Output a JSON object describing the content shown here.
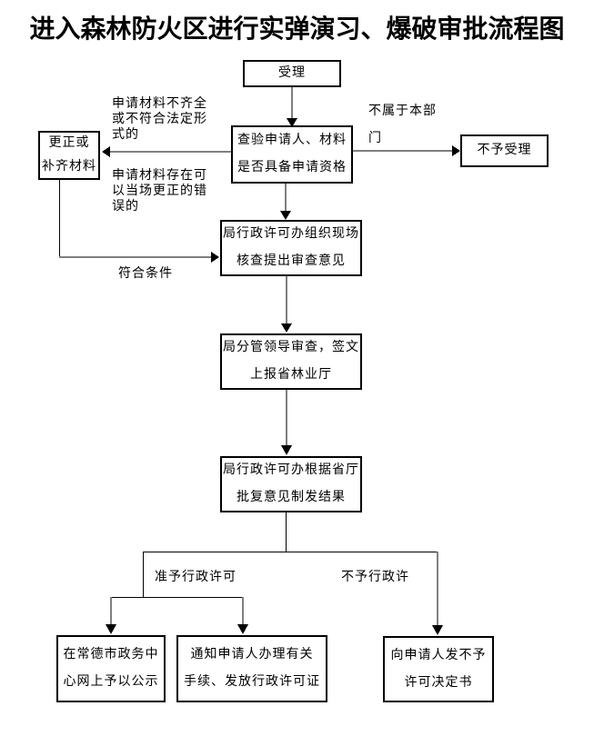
{
  "title": "进入森林防火区进行实弹演习、爆破审批流程图",
  "colors": {
    "background": "#ffffff",
    "text": "#000000",
    "box_border": "#000000",
    "arrow_shaft_gray": "#7f7f7f",
    "arrow_head_black": "#000000",
    "branch_line_black": "#000000"
  },
  "nodes": {
    "accept": {
      "lines": [
        "受理"
      ]
    },
    "check": {
      "lines": [
        "查验申请人、材料",
        "是否具备申请资格"
      ]
    },
    "correct": {
      "lines": [
        "更正或",
        "补齐材料"
      ]
    },
    "reject_accept": {
      "lines": [
        "不予受理"
      ]
    },
    "site_review": {
      "lines": [
        "局行政许可办组织现场",
        "核查提出审查意见"
      ]
    },
    "leader_review": {
      "lines": [
        "局分管领导审查，签文",
        "上报省林业厅"
      ]
    },
    "issue_result": {
      "lines": [
        "局行政许可办根据省厅",
        "批复意见制发结果"
      ]
    },
    "publicize": {
      "lines": [
        "在常德市政务中",
        "心网上予以公示"
      ]
    },
    "notify": {
      "lines": [
        "通知申请人办理有关",
        "手续、发放行政许可证"
      ]
    },
    "deny_letter": {
      "lines": [
        "向申请人发不予",
        "许可决定书"
      ]
    }
  },
  "edge_labels": {
    "incomplete": {
      "lines": [
        "申请材料不齐全",
        "或不符合法定形",
        "式的"
      ]
    },
    "correctable": {
      "lines": [
        "申请材料存在可",
        "以当场更正的错",
        "误的"
      ]
    },
    "not_department": {
      "lines": [
        "不属于本部",
        "门"
      ]
    },
    "meets_condition": "符合条件",
    "grant": "准予行政许可",
    "deny": "不予行政许"
  }
}
